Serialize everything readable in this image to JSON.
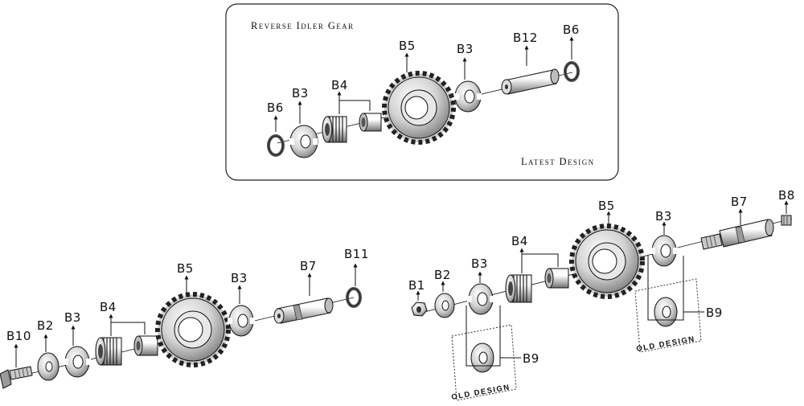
{
  "inset": {
    "title": "Reverse Idler Gear",
    "note": "Latest Design",
    "labels": [
      "B6",
      "B3",
      "B4",
      "B5",
      "B3",
      "B12",
      "B6"
    ]
  },
  "assembly_left": {
    "labels": [
      "B10",
      "B2",
      "B3",
      "B4",
      "B5",
      "B3",
      "B7",
      "B11"
    ]
  },
  "assembly_right": {
    "labels": [
      "B1",
      "B2",
      "B3",
      "B4",
      "B5",
      "B3",
      "B7",
      "B8",
      "B9",
      "B9"
    ],
    "old_design": [
      "OLD DESIGN",
      "OLD DESIGN"
    ]
  },
  "colors": {
    "line": "#111111",
    "metal_light": "#f2f2f2",
    "metal_dark": "#8a8a8a"
  }
}
